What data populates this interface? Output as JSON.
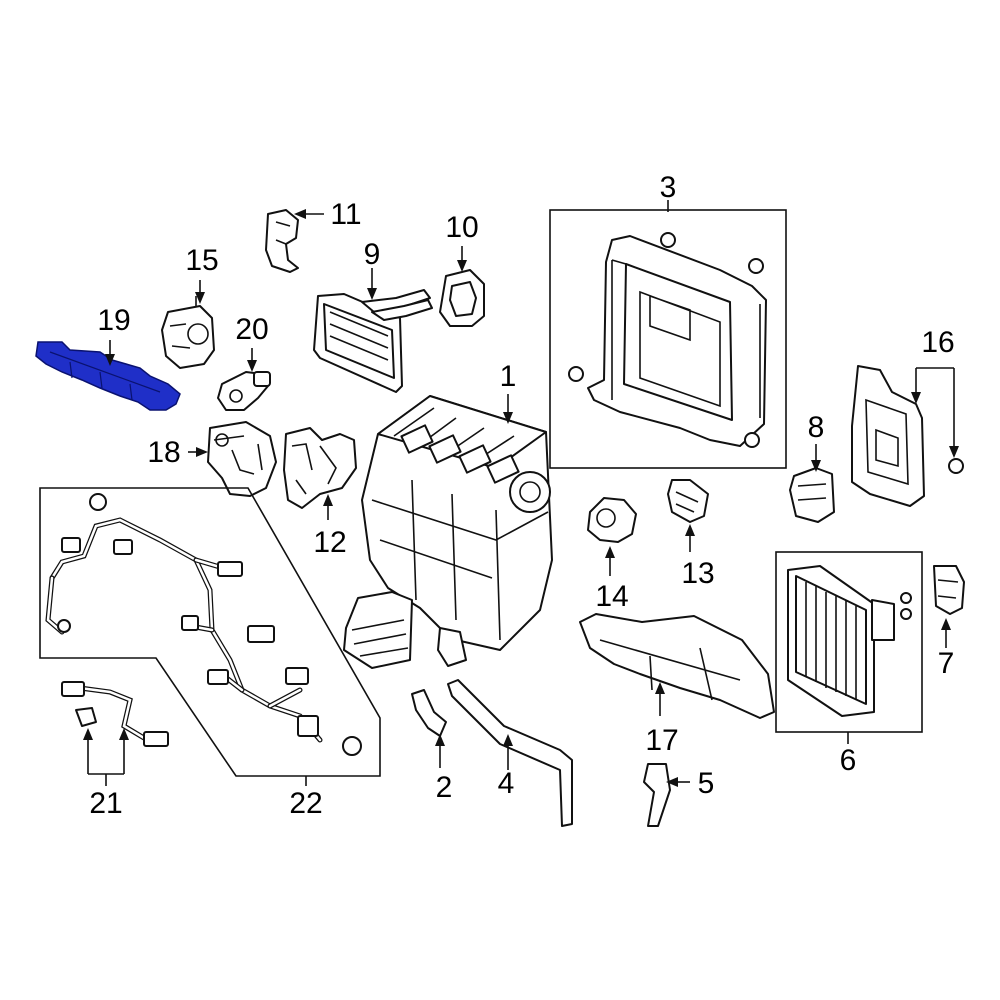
{
  "diagram": {
    "highlight_color": "#1f2fc8",
    "line_color": "#111111",
    "background_color": "#ffffff",
    "highlighted_part": "19",
    "callouts": {
      "c1": "1",
      "c2": "2",
      "c3": "3",
      "c4": "4",
      "c5": "5",
      "c6": "6",
      "c7": "7",
      "c8": "8",
      "c9": "9",
      "c10": "10",
      "c11": "11",
      "c12": "12",
      "c13": "13",
      "c14": "14",
      "c15": "15",
      "c16": "16",
      "c17": "17",
      "c18": "18",
      "c19": "19",
      "c20": "20",
      "c21": "21",
      "c22": "22"
    }
  }
}
